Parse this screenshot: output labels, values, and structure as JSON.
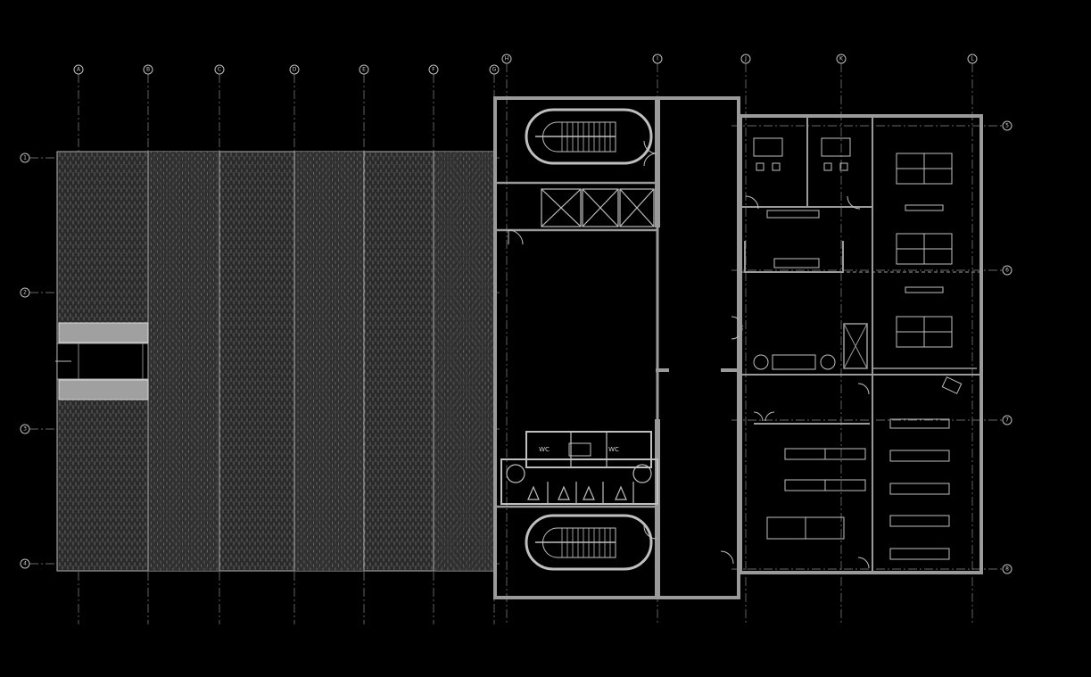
{
  "drawing": {
    "type": "architectural floor plan",
    "colors": {
      "background": "#000000",
      "linework": "#bfbfbf",
      "walls": "#9a9a9a",
      "hatch": "#6d6d6d",
      "grid": "#8a8a8a"
    }
  },
  "grid_axes": {
    "columns": [
      "A",
      "B",
      "C",
      "D",
      "E",
      "F",
      "G",
      "H",
      "I",
      "J",
      "K",
      "L"
    ],
    "rows_left": [
      "1",
      "2",
      "3",
      "4"
    ],
    "rows_right": [
      "5",
      "6",
      "7",
      "8"
    ]
  },
  "labels": {
    "wc_left": "WC",
    "wc_right": "WC"
  }
}
